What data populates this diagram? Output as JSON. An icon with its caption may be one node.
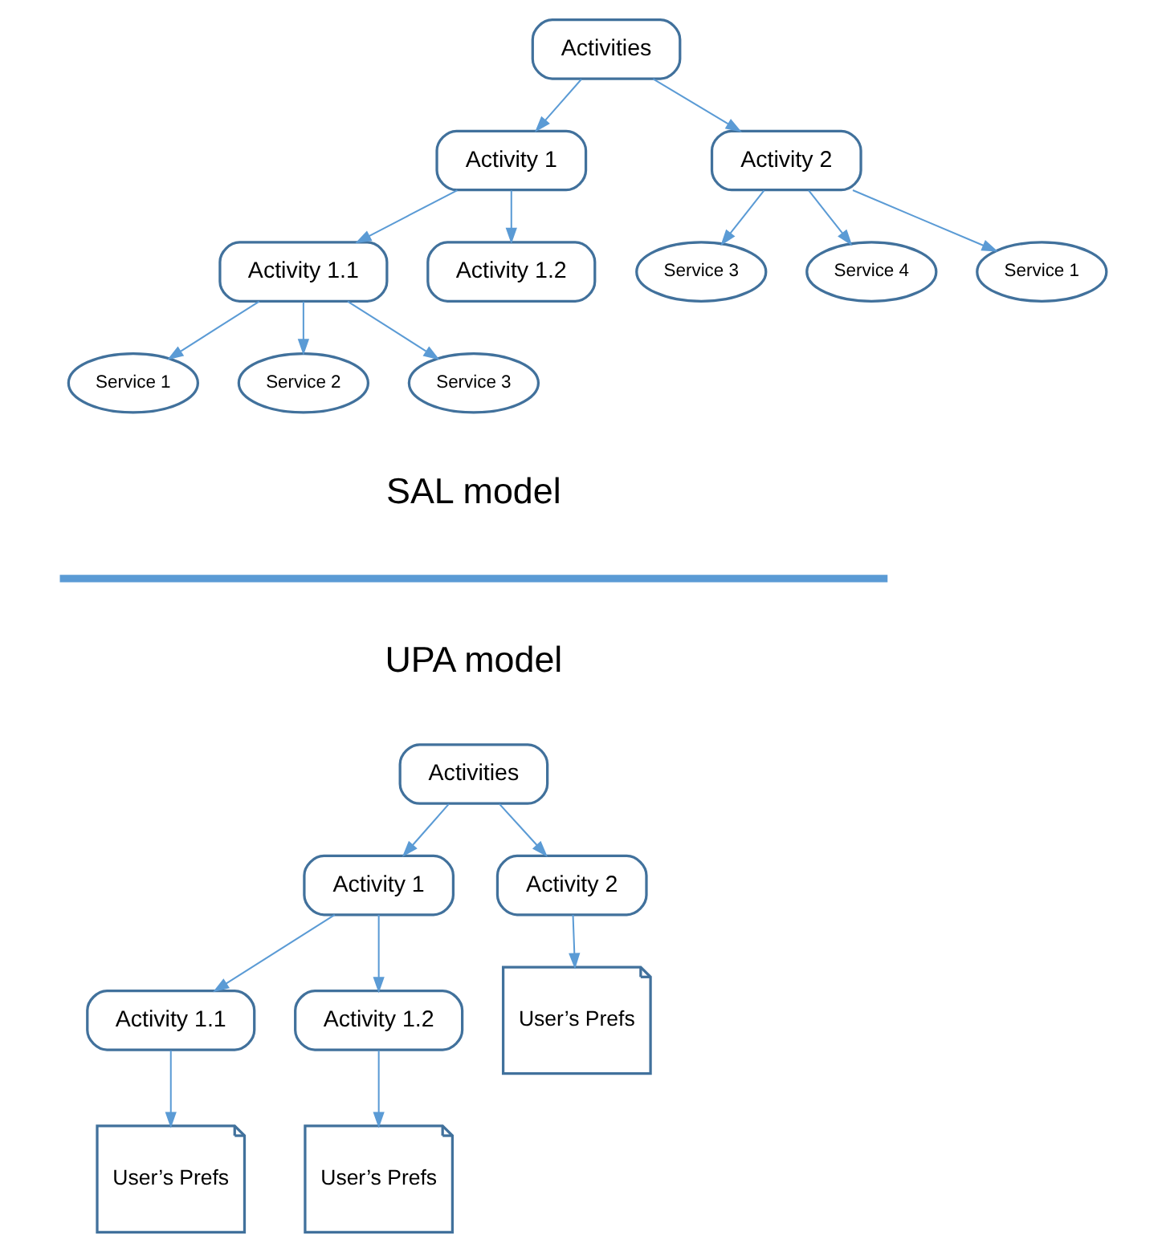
{
  "diagram": {
    "nodes": [
      {
        "text": [
          "Activities"
        ]
      },
      {
        "text": [
          "Activity 1"
        ]
      },
      {
        "text": [
          "Activity 2"
        ]
      },
      {
        "text": [
          "Activity 1.1"
        ]
      },
      {
        "text": [
          "Activity 1.2"
        ]
      },
      {
        "text": [
          "Service 1"
        ]
      },
      {
        "text": [
          "Service 2"
        ]
      },
      {
        "text": [
          "Service 3"
        ]
      },
      {
        "text": [
          "Service 3"
        ]
      },
      {
        "text": [
          "Service 4"
        ]
      },
      {
        "text": [
          "Service 1"
        ]
      },
      {
        "text": [
          "Activities"
        ]
      },
      {
        "text": [
          "Activity 1"
        ]
      },
      {
        "text": [
          "Activity 2"
        ]
      },
      {
        "text": [
          "Activity 1.1"
        ]
      },
      {
        "text": [
          "Activity 1.2"
        ]
      },
      {
        "text": [
          "User’s Prefs"
        ]
      },
      {
        "text": [
          "User’s Prefs"
        ]
      },
      {
        "text": [
          "User’s Prefs"
        ]
      }
    ],
    "edges": [
      {
        "from": 0,
        "to": 1,
        "arrow": "to"
      },
      {
        "from": 0,
        "to": 2,
        "arrow": "to"
      },
      {
        "from": 1,
        "to": 3,
        "arrow": "to"
      },
      {
        "from": 1,
        "to": 4,
        "arrow": "to"
      },
      {
        "from": 3,
        "to": 5,
        "arrow": "to"
      },
      {
        "from": 3,
        "to": 6,
        "arrow": "to"
      },
      {
        "from": 3,
        "to": 7,
        "arrow": "to"
      },
      {
        "from": 2,
        "to": 8,
        "arrow": "to"
      },
      {
        "from": 2,
        "to": 9,
        "arrow": "to"
      },
      {
        "from": 2,
        "to": 10,
        "arrow": "to"
      },
      {
        "from": 11,
        "to": 12,
        "arrow": "to"
      },
      {
        "from": 11,
        "to": 13,
        "arrow": "to"
      },
      {
        "from": 12,
        "to": 14,
        "arrow": "to"
      },
      {
        "from": 12,
        "to": 15,
        "arrow": "to"
      },
      {
        "from": 14,
        "to": 16,
        "arrow": "to"
      },
      {
        "from": 15,
        "to": 17,
        "arrow": "to"
      },
      {
        "from": 13,
        "to": 18,
        "arrow": "to"
      }
    ],
    "labels": [
      "SAL model",
      "UPA model"
    ]
  }
}
